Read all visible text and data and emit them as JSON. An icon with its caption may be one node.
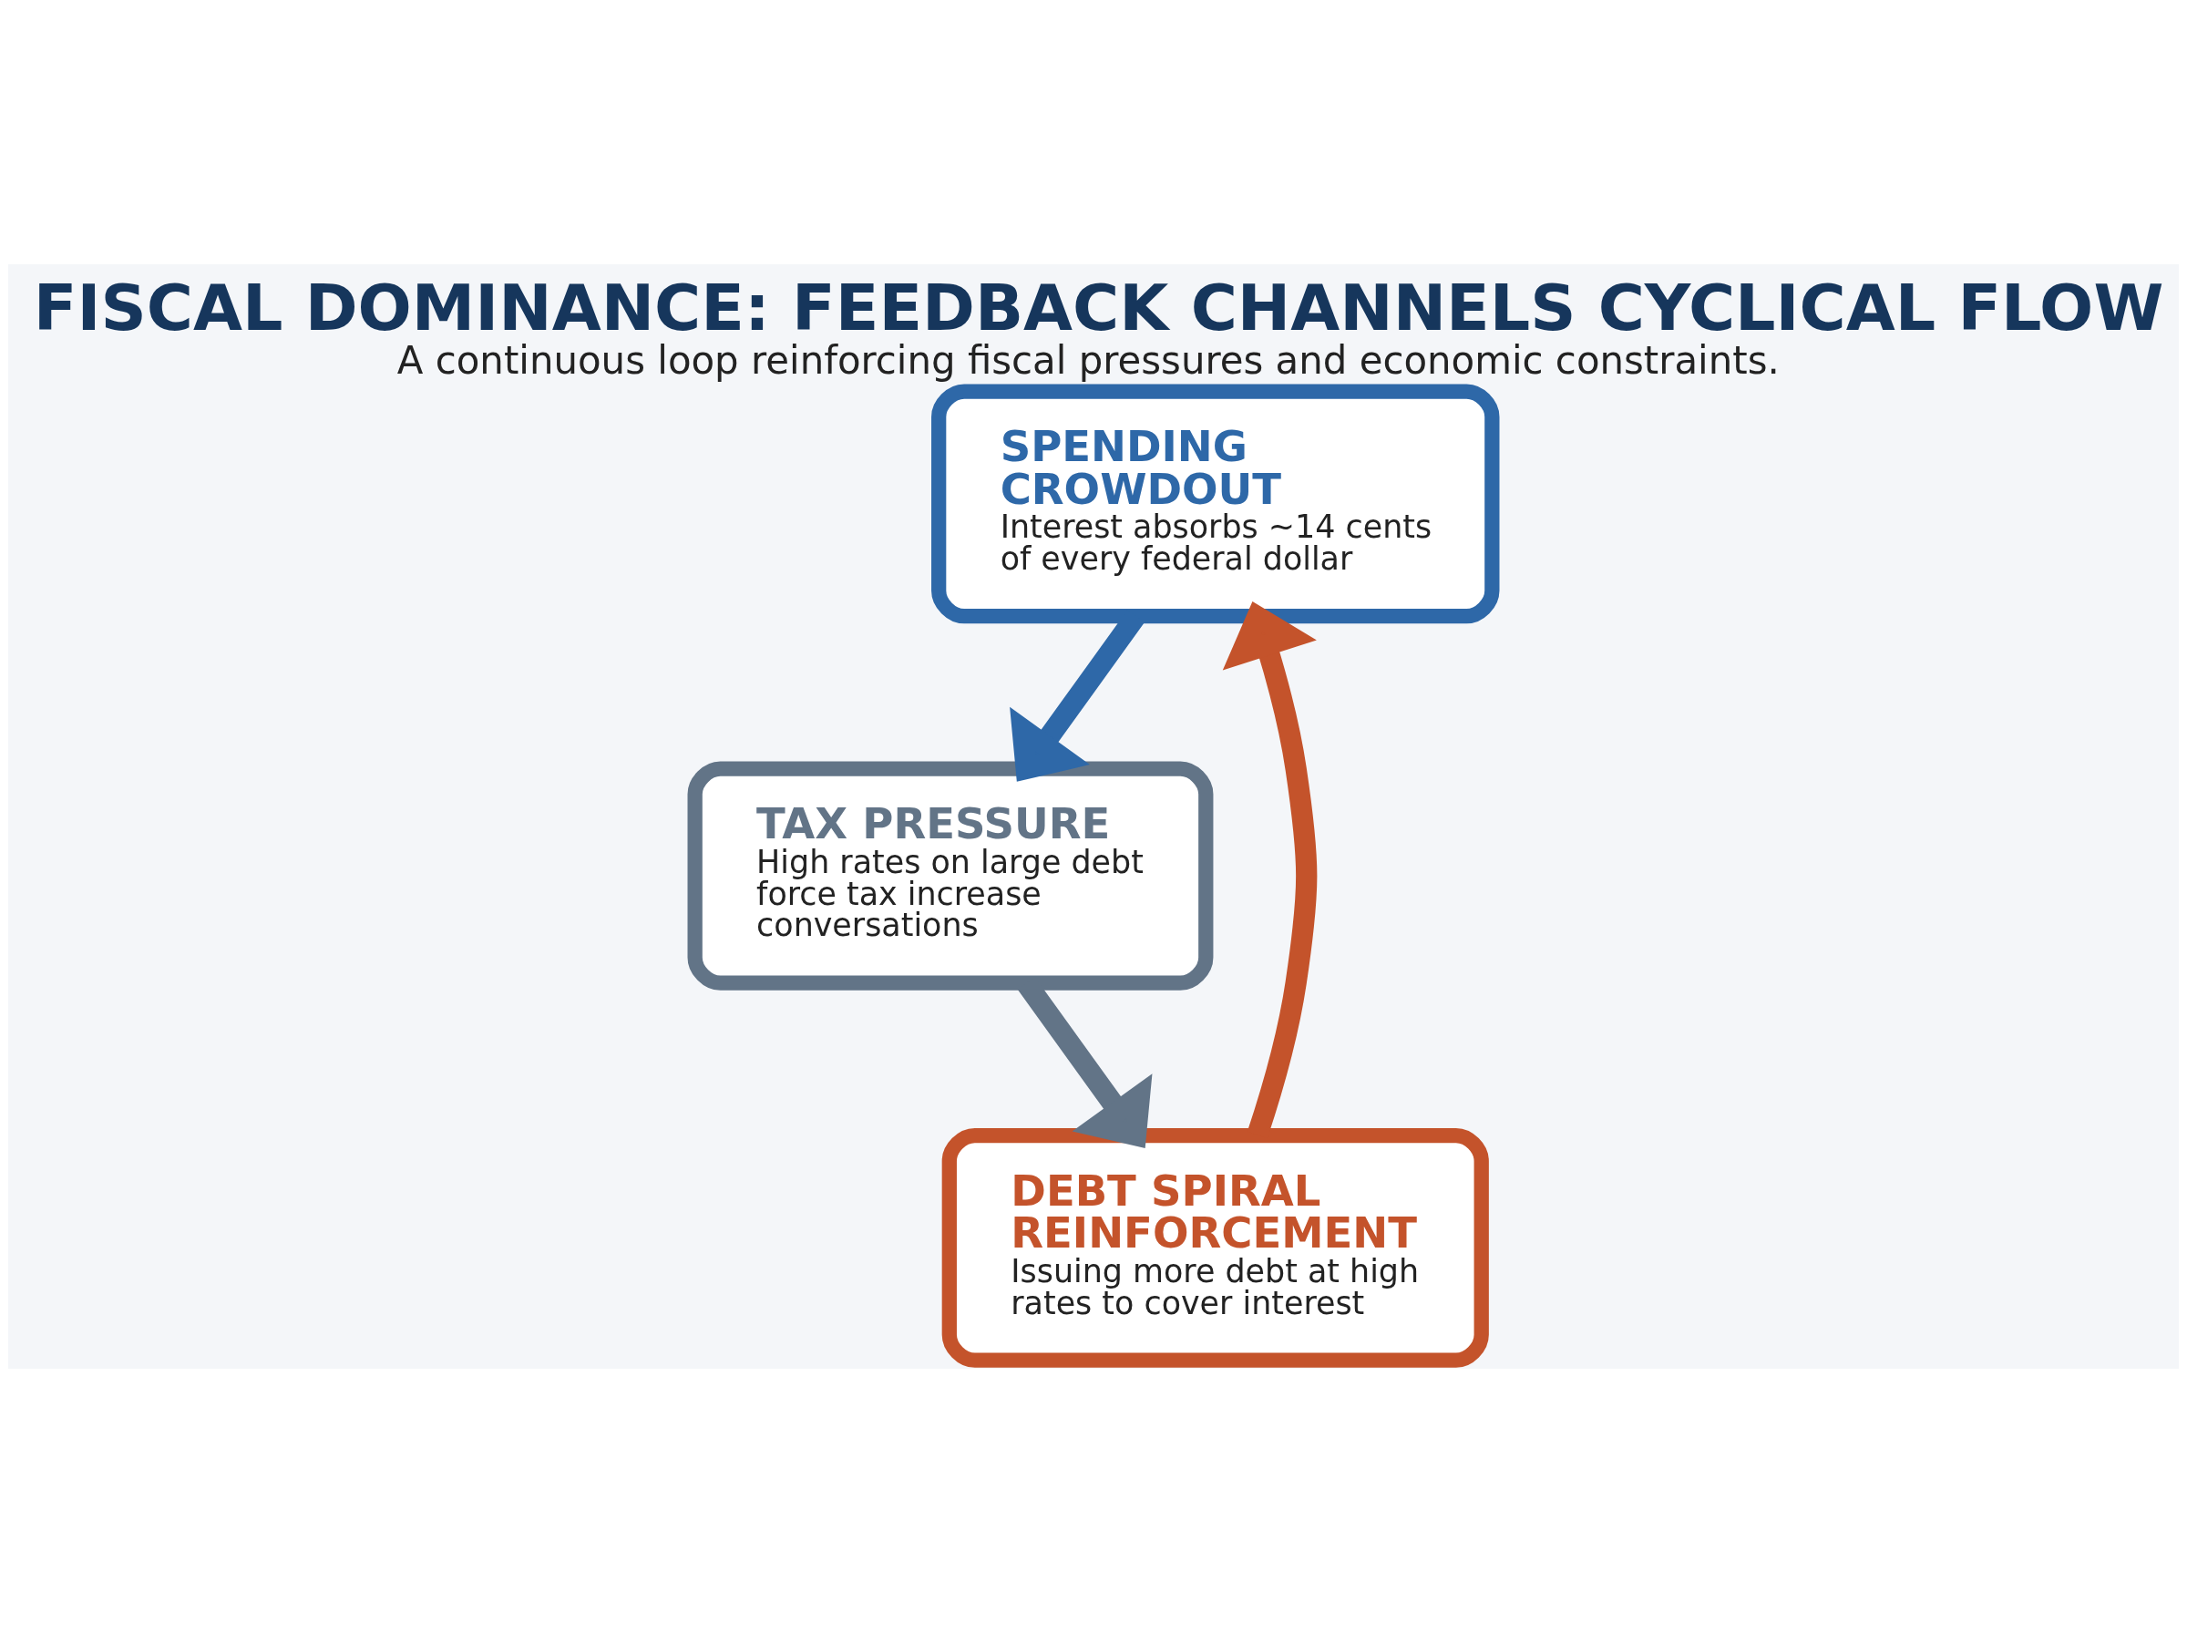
{
  "diagram": {
    "title": "FISCAL DOMINANCE: FEEDBACK CHANNELS CYCLICAL FLOW",
    "caption": "A continuous loop reinforcing fiscal pressures and economic constraints.",
    "nodes": [
      {
        "text": [
          "SPENDING CROWDOUT",
          "Interest absorbs ~14 cents of every federal dollar"
        ]
      },
      {
        "text": [
          "TAX PRESSURE",
          "High rates on large debt force tax increase conversations"
        ]
      },
      {
        "text": [
          "DEBT SPIRAL REINFORCEMENT",
          "Issuing more debt at high rates to cover interest"
        ]
      }
    ],
    "edges": [
      {
        "from": 0,
        "to": 1,
        "arrow": "to",
        "color": "#2e68a8"
      },
      {
        "from": 1,
        "to": 2,
        "arrow": "to",
        "color": "#627487"
      },
      {
        "from": 2,
        "to": 0,
        "arrow": "to",
        "color": "#c4532b"
      }
    ]
  }
}
